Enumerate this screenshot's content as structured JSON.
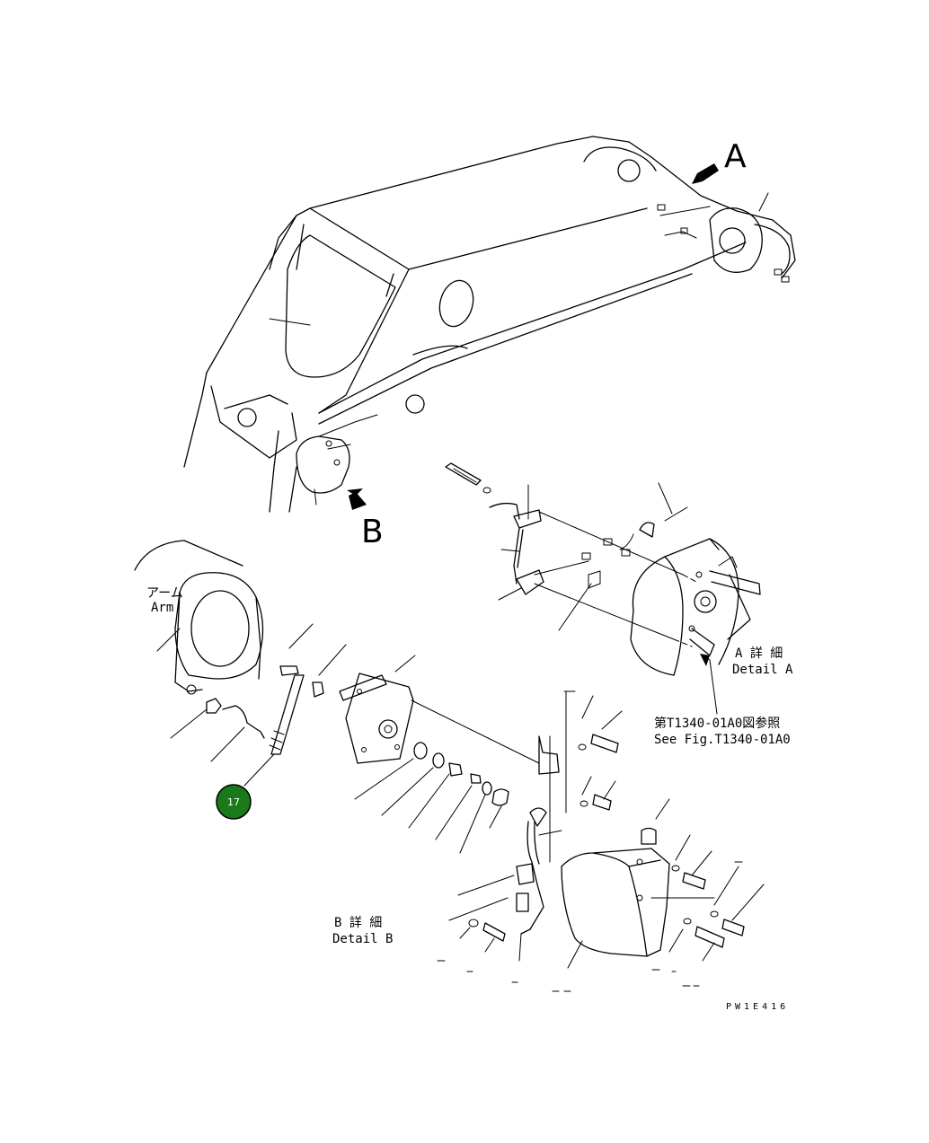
{
  "view_labels": {
    "a": "A",
    "b": "B"
  },
  "notes": {
    "arm_jp": "アーム",
    "arm_en": "Arm",
    "detail_a_jp": "A 詳 細",
    "detail_a_en": "Detail A",
    "ref_jp": "第T1340-01A0図参照",
    "ref_en": "See Fig.T1340-01A0",
    "detail_b_jp": "B 詳 細",
    "detail_b_en": "Detail B",
    "drawing_no": "PW1E416"
  },
  "callout": {
    "number": "17",
    "color": "#1a7a1a"
  }
}
